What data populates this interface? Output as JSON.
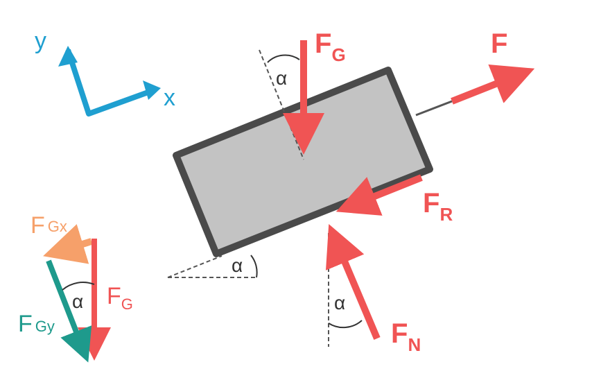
{
  "colors": {
    "force": "#f05454",
    "axis": "#1f9fd0",
    "gx": "#f6a06a",
    "gy": "#1e9a8c",
    "box_fill": "#c3c3c3",
    "box_stroke": "#4a4a4a",
    "dashed": "#555555"
  },
  "axes": {
    "x_label": "x",
    "y_label": "y"
  },
  "forces": {
    "gravity": {
      "main": "F",
      "sub": "G"
    },
    "pull": {
      "main": "F"
    },
    "friction": {
      "main": "F",
      "sub": "R"
    },
    "normal": {
      "main": "F",
      "sub": "N"
    }
  },
  "decomposition": {
    "gx": {
      "main": "F",
      "sub": "Gx"
    },
    "gy": {
      "main": "F",
      "sub": "Gy"
    },
    "g": {
      "main": "F",
      "sub": "G"
    }
  },
  "angle_symbol": "α"
}
